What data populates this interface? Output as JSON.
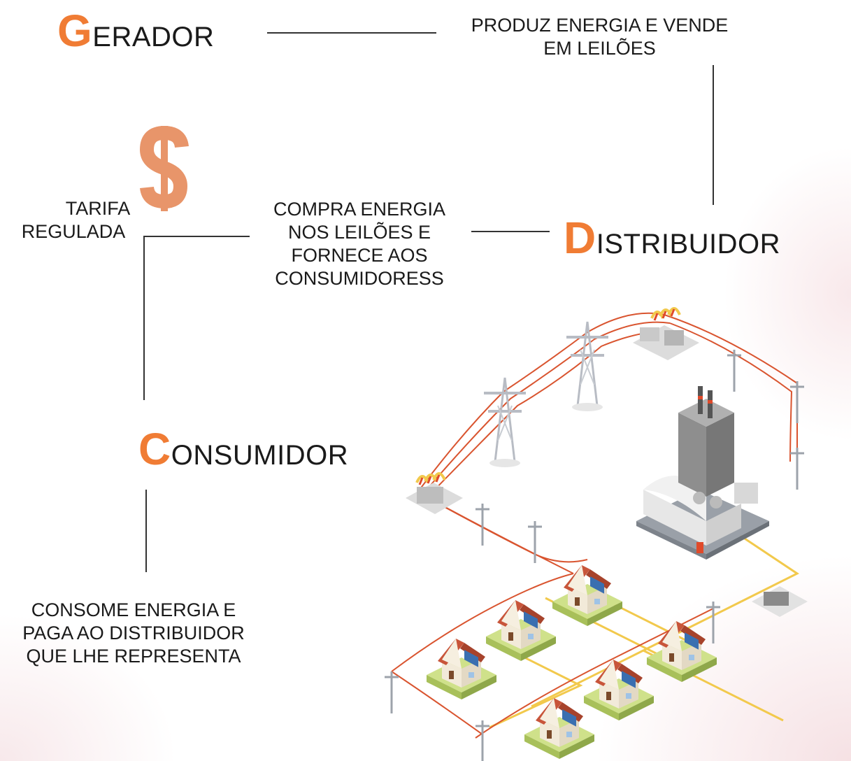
{
  "nodes": {
    "gerador": {
      "initial": "G",
      "rest": "ERADOR"
    },
    "distribuidor": {
      "initial": "D",
      "rest": "ISTRIBUIDOR"
    },
    "consumidor": {
      "initial": "C",
      "rest": "ONSUMIDOR"
    }
  },
  "captions": {
    "gerador_role": [
      "PRODUZ ENERGIA E VENDE",
      "EM LEILÕES"
    ],
    "distribuidor_role": [
      "COMPRA ENERGIA",
      "NOS LEILÕES E",
      "FORNECE AOS",
      "CONSUMIDORESS"
    ],
    "tarifa": [
      "TARIFA",
      "REGULADA"
    ],
    "consumidor_role": [
      "CONSOME ENERGIA E",
      "PAGA AO DISTRIBUIDOR",
      "QUE LHE REPRESENTA"
    ]
  },
  "icons": {
    "dollar": "dollar-icon",
    "illustration": "power-grid-illustration"
  },
  "colors": {
    "accent": "#f07c34",
    "dollar": "#e8956a",
    "wire": "#d9542f",
    "cable": "#f2c94c"
  }
}
